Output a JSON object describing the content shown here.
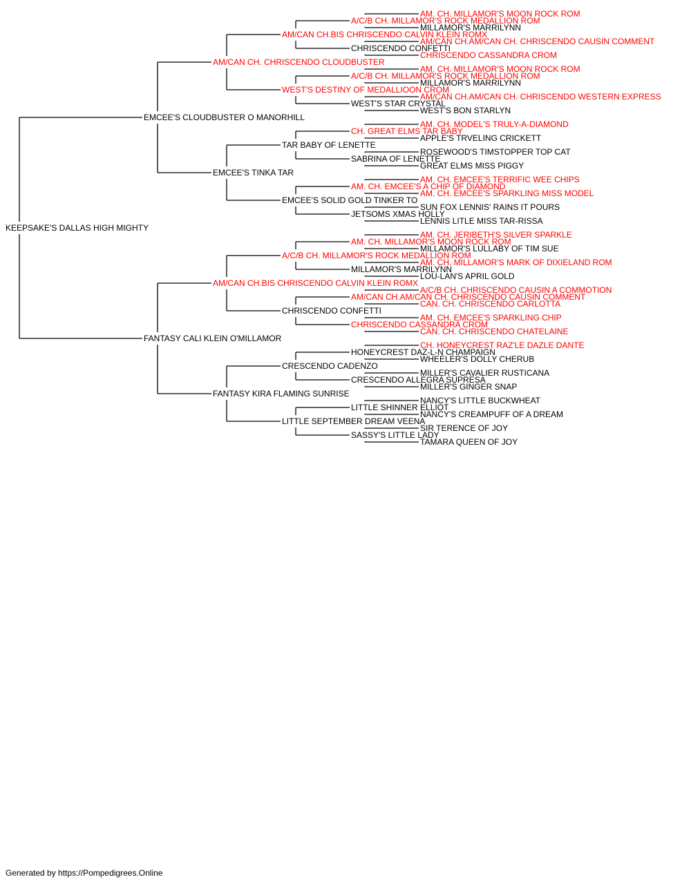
{
  "pedigree": {
    "highlight_color": "#ff0000",
    "normal_color": "#000000",
    "line_color": "#000000",
    "root": {
      "name": "KEEPSAKE'S DALLAS HIGH MIGHTY",
      "titled": false,
      "sire": {
        "name": "EMCEE'S CLOUDBUSTER O MANORHILL",
        "titled": false,
        "sire": {
          "name": "AM/CAN CH. CHRISCENDO CLOUDBUSTER",
          "titled": true,
          "sire": {
            "name": "AM/CAN CH.BIS CHRISCENDO CALVIN KLEIN ROMX",
            "titled": true,
            "sire": {
              "name": "A/C/B CH. MILLAMOR'S ROCK MEDALLION ROM",
              "titled": true,
              "sire": {
                "name": "AM. CH. MILLAMOR'S MOON ROCK ROM",
                "titled": true
              },
              "dam": {
                "name": "MILLAMOR'S MARRILYNN",
                "titled": false
              }
            },
            "dam": {
              "name": "CHRISCENDO CONFETTI",
              "titled": false,
              "sire": {
                "name": "AM/CAN CH.AM/CAN CH. CHRISCENDO CAUSIN COMMENT",
                "titled": true
              },
              "dam": {
                "name": "CHRISCENDO CASSANDRA CROM",
                "titled": true
              }
            }
          },
          "dam": {
            "name": "WEST'S DESTINY OF MEDALLIOON CROM",
            "titled": true,
            "sire": {
              "name": "A/C/B CH. MILLAMOR'S ROCK MEDALLION ROM",
              "titled": true,
              "sire": {
                "name": "AM. CH. MILLAMOR'S MOON ROCK ROM",
                "titled": true
              },
              "dam": {
                "name": "MILLAMOR'S MARRILYNN",
                "titled": false
              }
            },
            "dam": {
              "name": "WEST'S STAR CRYSTAL",
              "titled": false,
              "sire": {
                "name": "AM/CAN CH.AM/CAN CH. CHRISCENDO WESTERN EXPRESS",
                "titled": true
              },
              "dam": {
                "name": "WEST'S BON STARLYN",
                "titled": false
              }
            }
          }
        },
        "dam": {
          "name": "EMCEE'S TINKA TAR",
          "titled": false,
          "sire": {
            "name": "TAR BABY OF LENETTE",
            "titled": false,
            "sire": {
              "name": "CH. GREAT ELMS TAR BABY",
              "titled": true,
              "sire": {
                "name": "AM. CH. MODEL'S TRULY-A-DIAMOND",
                "titled": true
              },
              "dam": {
                "name": "APPLE'S TRVELING CRICKETT",
                "titled": false
              }
            },
            "dam": {
              "name": "SABRINA OF LENETTE",
              "titled": false,
              "sire": {
                "name": "ROSEWOOD'S TIMSTOPPER TOP CAT",
                "titled": false
              },
              "dam": {
                "name": "GREAT ELMS MISS PIGGY",
                "titled": false
              }
            }
          },
          "dam": {
            "name": "EMCEE'S SOLID GOLD TINKER TO",
            "titled": false,
            "sire": {
              "name": "AM. CH. EMCEE'S A CHIP OF DIAMOND",
              "titled": true,
              "sire": {
                "name": "AM. CH. EMCEE'S TERRIFIC WEE CHIPS",
                "titled": true
              },
              "dam": {
                "name": "AM. CH. EMCEE'S SPARKLING MISS MODEL",
                "titled": true
              }
            },
            "dam": {
              "name": "JETSOMS XMAS HOLLY",
              "titled": false,
              "sire": {
                "name": "SUN FOX LENNIS' RAINS IT POURS",
                "titled": false
              },
              "dam": {
                "name": "LENNIS LITLE MISS TAR-RISSA",
                "titled": false
              }
            }
          }
        }
      },
      "dam": {
        "name": "FANTASY CALI KLEIN O'MILLAMOR",
        "titled": false,
        "sire": {
          "name": "AM/CAN CH.BIS CHRISCENDO CALVIN KLEIN ROMX",
          "titled": true,
          "sire": {
            "name": "A/C/B CH. MILLAMOR'S ROCK MEDALLION ROM",
            "titled": true,
            "sire": {
              "name": "AM. CH. MILLAMOR'S MOON ROCK ROM",
              "titled": true,
              "sire": {
                "name": "AM. CH. JERIBETH'S SILVER SPARKLE",
                "titled": true
              },
              "dam": {
                "name": "MILLAMOR'S LULLABY OF TIM SUE",
                "titled": false
              }
            },
            "dam": {
              "name": "MILLAMOR'S MARRILYNN",
              "titled": false,
              "sire": {
                "name": "AM. CH. MILLAMOR'S MARK OF DIXIELAND ROM",
                "titled": true
              },
              "dam": {
                "name": "LOU-LAN'S APRIL GOLD",
                "titled": false
              }
            }
          },
          "dam": {
            "name": "CHRISCENDO CONFETTI",
            "titled": false,
            "sire": {
              "name": "AM/CAN CH.AM/CAN CH. CHRISCENDO CAUSIN COMMENT",
              "titled": true,
              "sire": {
                "name": "A/C/B CH. CHRISCENDO CAUSIN A COMMOTION",
                "titled": true
              },
              "dam": {
                "name": "CAN. CH. CHRISCENDO CARLOTTA",
                "titled": true
              }
            },
            "dam": {
              "name": "CHRISCENDO CASSANDRA CROM",
              "titled": true,
              "sire": {
                "name": "AM. CH. EMCEE'S SPARKLING CHIP",
                "titled": true
              },
              "dam": {
                "name": "CAN. CH. CHRISCENDO CHATELAINE",
                "titled": true
              }
            }
          }
        },
        "dam": {
          "name": "FANTASY KIRA FLAMING SUNRISE",
          "titled": false,
          "sire": {
            "name": "CRESCENDO CADENZO",
            "titled": false,
            "sire": {
              "name": "HONEYCREST DAZ-L-N CHAMPAIGN",
              "titled": false,
              "sire": {
                "name": "CH. HONEYCREST RAZ'LE DAZLE DANTE",
                "titled": true
              },
              "dam": {
                "name": "WHEELER'S DOLLY CHERUB",
                "titled": false
              }
            },
            "dam": {
              "name": "CRESCENDO ALLEGRA SUPRESA",
              "titled": false,
              "sire": {
                "name": "MILLER'S CAVALIER RUSTICANA",
                "titled": false
              },
              "dam": {
                "name": "MILLER'S GINGER SNAP",
                "titled": false
              }
            }
          },
          "dam": {
            "name": "LITTLE SEPTEMBER DREAM VEENA",
            "titled": false,
            "sire": {
              "name": "LITTLE SHINNER ELLIOT",
              "titled": false,
              "sire": {
                "name": "NANCY'S LITTLE BUCKWHEAT",
                "titled": false
              },
              "dam": {
                "name": "NANCY'S CREAMPUFF OF A DREAM",
                "titled": false
              }
            },
            "dam": {
              "name": "SASSY'S LITTLE LADY",
              "titled": false,
              "sire": {
                "name": "SIR TERENCE OF JOY",
                "titled": false
              },
              "dam": {
                "name": "TAMARA QUEEN OF JOY",
                "titled": false
              }
            }
          }
        }
      }
    }
  },
  "footer": {
    "text": "Generated by https://Pompedigrees.Online"
  }
}
